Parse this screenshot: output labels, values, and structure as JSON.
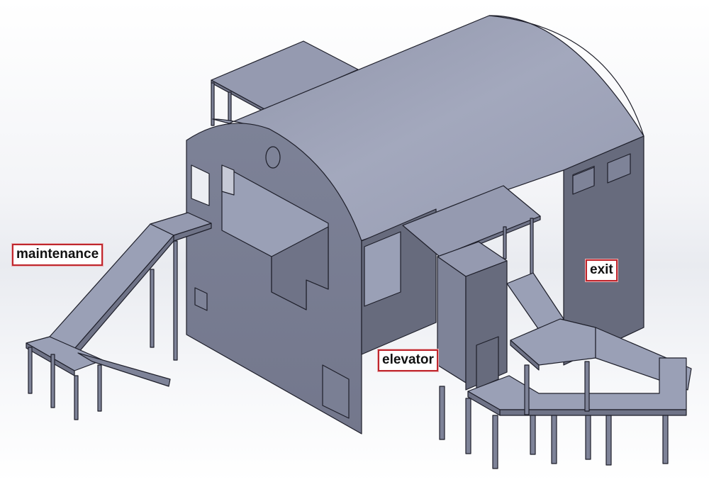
{
  "diagram": {
    "type": "3D CAD isometric model",
    "subject": "Barrel-roofed building with external stair ramps, elevator tower and exit platform",
    "colors": {
      "background": "#ffffff",
      "surface_light": "#9aa0b6",
      "surface_mid": "#7e8398",
      "surface_dark": "#676b7d",
      "edge": "#1e1f2a",
      "label_border": "#c0262d",
      "label_text": "#111111"
    },
    "labels": [
      {
        "id": "maintenance",
        "text": "maintenance"
      },
      {
        "id": "elevator",
        "text": "elevator"
      },
      {
        "id": "exit",
        "text": "exit"
      }
    ]
  }
}
